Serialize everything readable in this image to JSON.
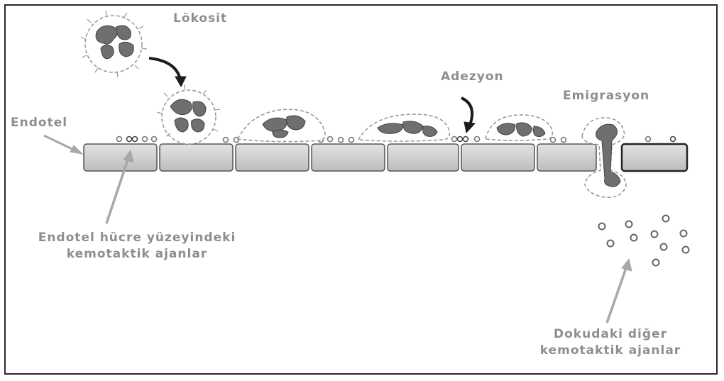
{
  "labels": {
    "leukocyte": "Lökosit",
    "adhesion": "Adezyon",
    "emigration": "Emigrasyon",
    "endothelium": "Endotel",
    "surface_agents_line1": "Endotel hücre yüzeyindeki",
    "surface_agents_line2": "kemotaktik ajanlar",
    "tissue_agents_line1": "Dokudaki diğer",
    "tissue_agents_line2": "kemotaktik ajanlar"
  },
  "colors": {
    "label_gray": "#8e8e8e",
    "arrow_gray": "#a8a8a8",
    "arrow_dark": "#1c1c1c",
    "cell_fill": "#d0d0d0",
    "cell_stroke": "#555555",
    "nucleus": "#707070",
    "frame": "#2a2a2a"
  }
}
